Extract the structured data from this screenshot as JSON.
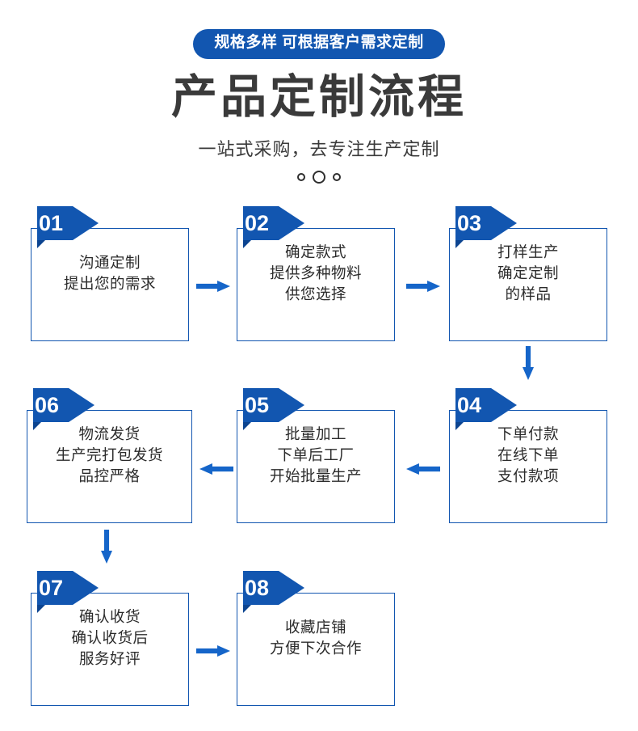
{
  "header": {
    "badge": "规格多样 可根据客户需求定制",
    "title": "产品定制流程",
    "subtitle": "一站式采购，去专注生产定制",
    "dots": [
      "small",
      "big",
      "small"
    ]
  },
  "colors": {
    "brand_blue": "#1256b0",
    "arrow_blue": "#1565c9",
    "tab_fold": "#0c4490",
    "title_gray": "#3a3a3a",
    "body_text": "#2b2b2b",
    "background": "#ffffff"
  },
  "steps": [
    {
      "number": "01",
      "lines": [
        "沟通定制",
        "提出您的需求"
      ]
    },
    {
      "number": "02",
      "lines": [
        "确定款式",
        "提供多种物料",
        "供您选择"
      ]
    },
    {
      "number": "03",
      "lines": [
        "打样生产",
        "确定定制",
        "的样品"
      ]
    },
    {
      "number": "04",
      "lines": [
        "下单付款",
        "在线下单",
        "支付款项"
      ]
    },
    {
      "number": "05",
      "lines": [
        "批量加工",
        "下单后工厂",
        "开始批量生产"
      ]
    },
    {
      "number": "06",
      "lines": [
        "物流发货",
        "生产完打包发货",
        "品控严格"
      ]
    },
    {
      "number": "07",
      "lines": [
        "确认收货",
        "确认收货后",
        "服务好评"
      ]
    },
    {
      "number": "08",
      "lines": [
        "收藏店铺",
        "方便下次合作"
      ]
    }
  ],
  "connectors": [
    {
      "name": "arrow-01-to-02",
      "direction": "right"
    },
    {
      "name": "arrow-02-to-03",
      "direction": "right"
    },
    {
      "name": "arrow-03-to-04",
      "direction": "down"
    },
    {
      "name": "arrow-04-to-05",
      "direction": "left"
    },
    {
      "name": "arrow-05-to-06",
      "direction": "left"
    },
    {
      "name": "arrow-06-to-07",
      "direction": "down"
    },
    {
      "name": "arrow-07-to-08",
      "direction": "right"
    }
  ]
}
